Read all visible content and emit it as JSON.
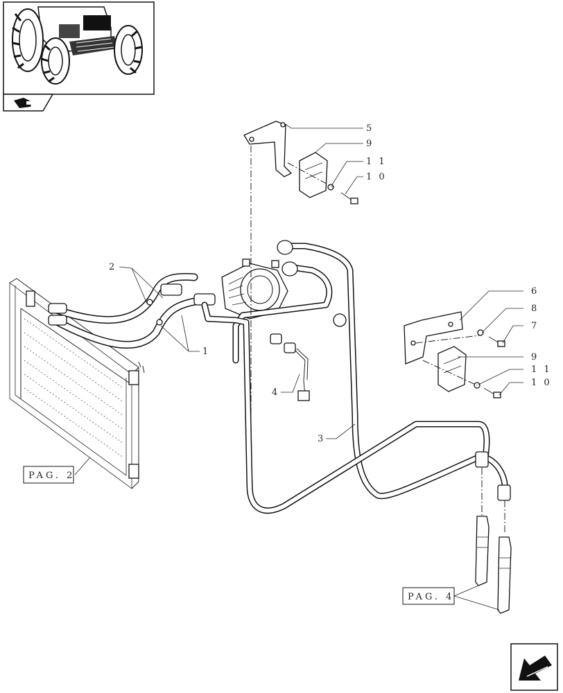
{
  "callouts": [
    {
      "id": "callout-5",
      "text": "5"
    },
    {
      "id": "callout-9-top",
      "text": "9"
    },
    {
      "id": "callout-11-top",
      "text": "1 1"
    },
    {
      "id": "callout-10-top",
      "text": "1 0"
    },
    {
      "id": "callout-2",
      "text": "2"
    },
    {
      "id": "callout-1",
      "text": "1"
    },
    {
      "id": "callout-6",
      "text": "6"
    },
    {
      "id": "callout-8",
      "text": "8"
    },
    {
      "id": "callout-7",
      "text": "7"
    },
    {
      "id": "callout-9-right",
      "text": "9"
    },
    {
      "id": "callout-11-right",
      "text": "1 1"
    },
    {
      "id": "callout-10-right",
      "text": "1 0"
    },
    {
      "id": "callout-4",
      "text": "4"
    },
    {
      "id": "callout-3",
      "text": "3"
    }
  ],
  "page_refs": {
    "left": "PAG. 2",
    "right": "PAG. 4"
  },
  "icons": {
    "thumbnail": "tractor-thumbnail-icon",
    "section_tab": "section-tab-icon",
    "navigation": "arrow-back-nav-icon"
  }
}
